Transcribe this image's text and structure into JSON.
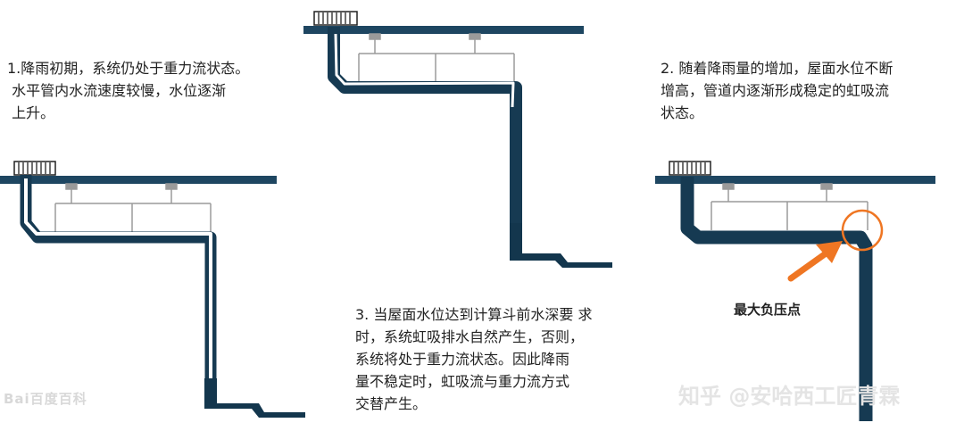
{
  "captions": {
    "step1": "1.降雨初期，系统仍处于重力流状态。\n 水平管内水流速度较慢，水位逐渐\n 上升。",
    "step2": "2. 随着降雨量的增加，屋面水位不断\n增高，管道内逐渐形成稳定的虹吸流\n状态。",
    "step3": "3. 当屋面水位达到计算斗前水深要 求\n时，系统虹吸排水自然产生，否则，\n系统将处于重力流状态。因此降雨\n量不稳定时，虹吸流与重力流方式\n交替产生。"
  },
  "annotation": {
    "max_negative_pressure_point": "最大负压点"
  },
  "watermarks": {
    "baidu": "Bai百度百科",
    "zhihu": "知乎 @安哈西工匠青霖"
  },
  "colors": {
    "pipe": "#163a52",
    "roof": "#1e4661",
    "water": "#13364d",
    "bracket": "#9a9a9a",
    "arrow": "#ef7623",
    "circle": "#ef7623"
  }
}
